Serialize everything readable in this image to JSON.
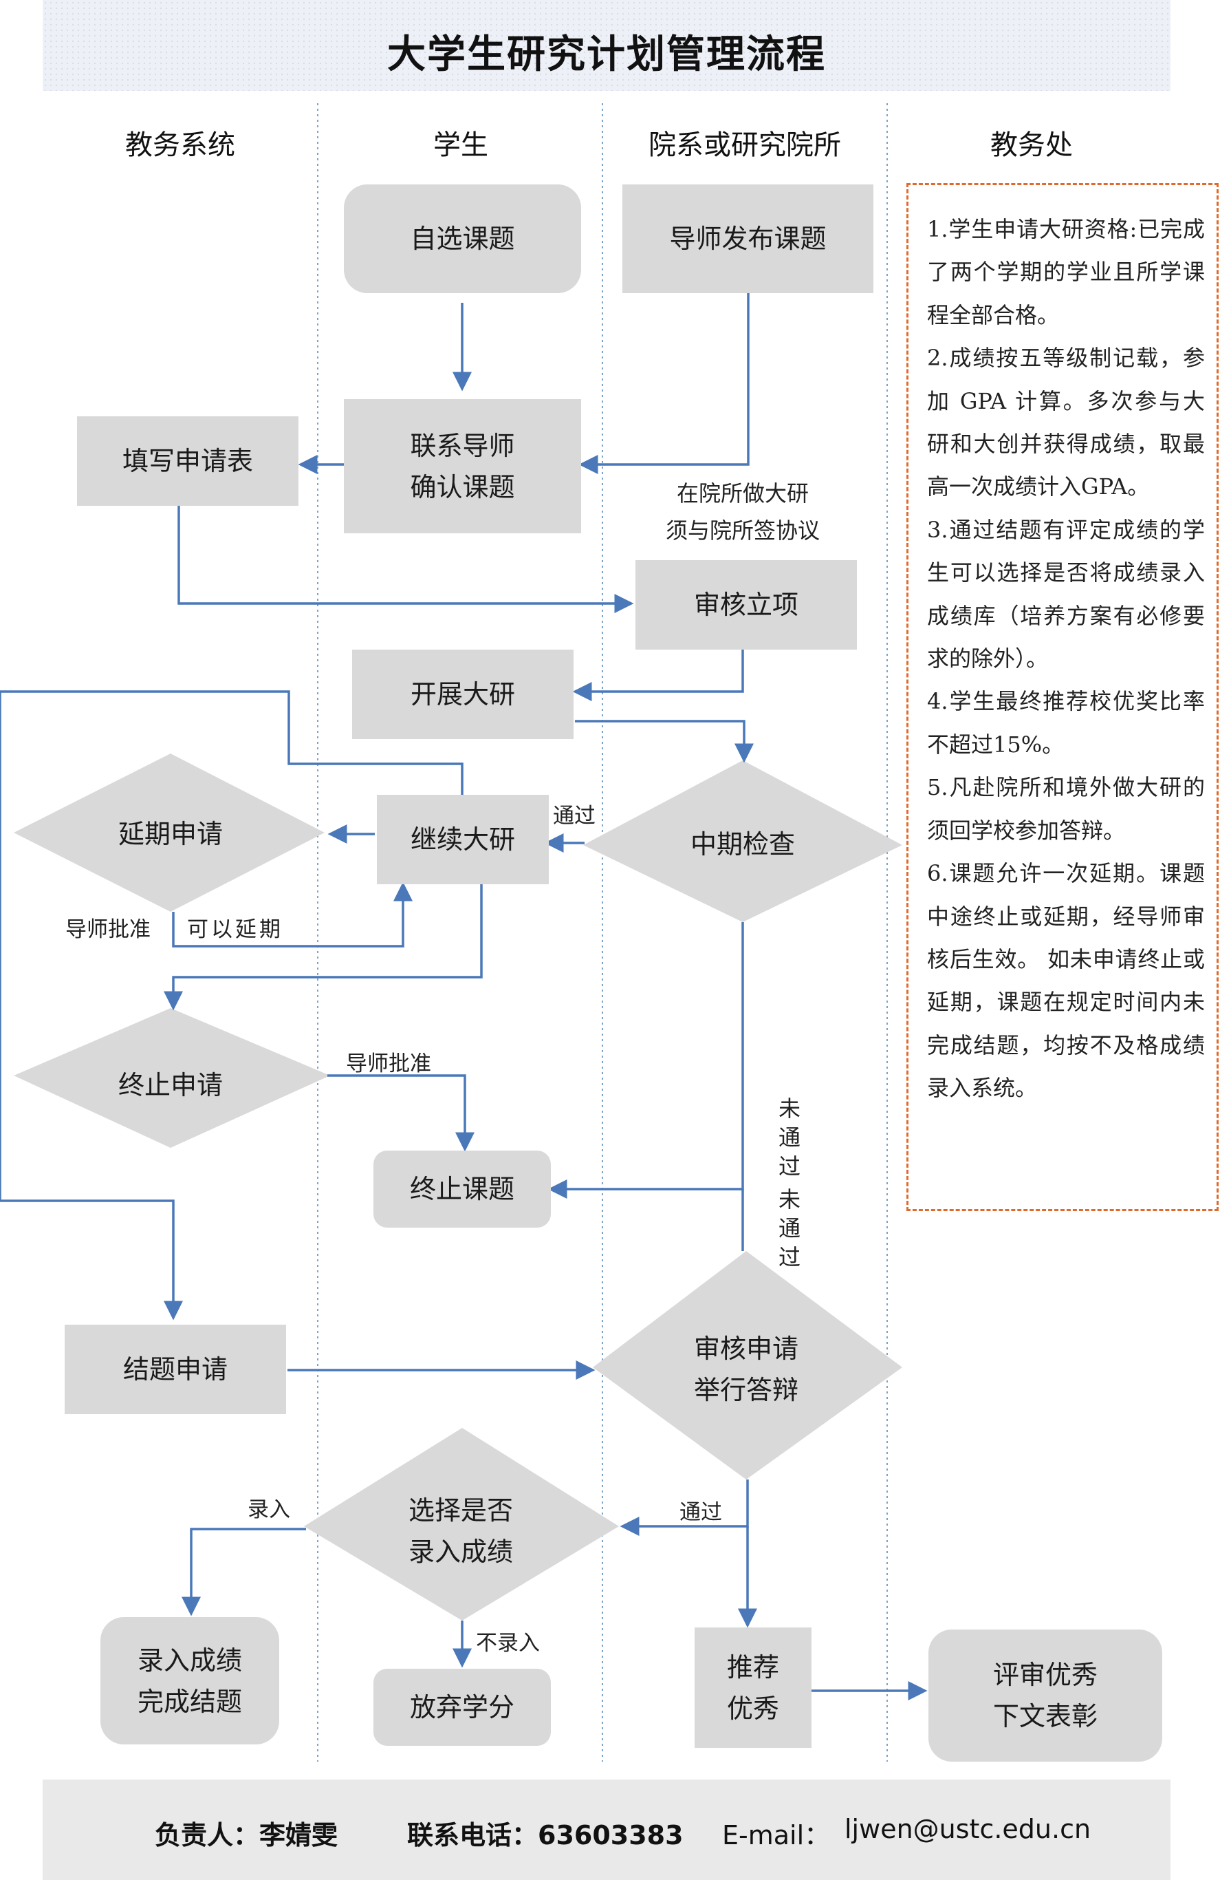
{
  "title": "大学生研究计划管理流程",
  "lanes": [
    "教务系统",
    "学生",
    "院系或研究院所",
    "教务处"
  ],
  "nodes": {
    "self_select": "自选课题",
    "advisor_publish": "导师发布课题",
    "fill_form": "填写申请表",
    "contact_advisor": "联系导师\n确认课题",
    "review_approve": "审核立项",
    "start_research": "开展大研",
    "continue_research": "继续大研",
    "midterm_check": "中期检查",
    "extension_apply": "延期申请",
    "termination_apply": "终止申请",
    "terminate_topic": "终止课题",
    "conclusion_apply": "结题申请",
    "review_defense": "审核申请\n举行答辩",
    "choose_record": "选择是否\n录入成绩",
    "record_complete": "录入成绩\n完成结题",
    "give_up_credit": "放弃学分",
    "recommend_excellent": "推荐\n优秀",
    "evaluate_commend": "评审优秀\n下文表彰"
  },
  "labels": {
    "institute_note": "在院所做大研\n须与院所签协议",
    "pass_mid": "通过",
    "advisor_approve_1": "导师批准",
    "can_extend": "可以延期",
    "advisor_approve_2": "导师批准",
    "not_pass_1": "未通过",
    "not_pass_2": "未通过",
    "pass_defense": "通过",
    "record_in": "录入",
    "no_record": "不录入"
  },
  "notes": [
    "1.学生申请大研资格:已完成了两个学期的学业且所学课程全部合格。",
    "2.成绩按五等级制记载，参加 GPA 计算。多次参与大研和大创并获得成绩，取最高一次成绩计入GPA。",
    "3.通过结题有评定成绩的学生可以选择是否将成绩录入成绩库（培养方案有必修要求的除外）。",
    "4.学生最终推荐校优奖比率不超过15%。",
    "5.凡赴院所和境外做大研的须回学校参加答辩。",
    "6.课题允许一次延期。课题中途终止或延期，经导师审核后生效。 如未申请终止或延期，课题在规定时间内未完成结题，均按不及格成绩录入系统。"
  ],
  "footer": {
    "contact_person": "负责人：李婧雯",
    "phone": "联系电话：63603383",
    "email_label": "E-mail：",
    "email": "ljwen@ustc.edu.cn"
  },
  "colors": {
    "arrow": "#4a78b8",
    "box": "#d9d9d9",
    "lane_divider": "#7aa3c9",
    "note_border": "#e06a2c"
  }
}
